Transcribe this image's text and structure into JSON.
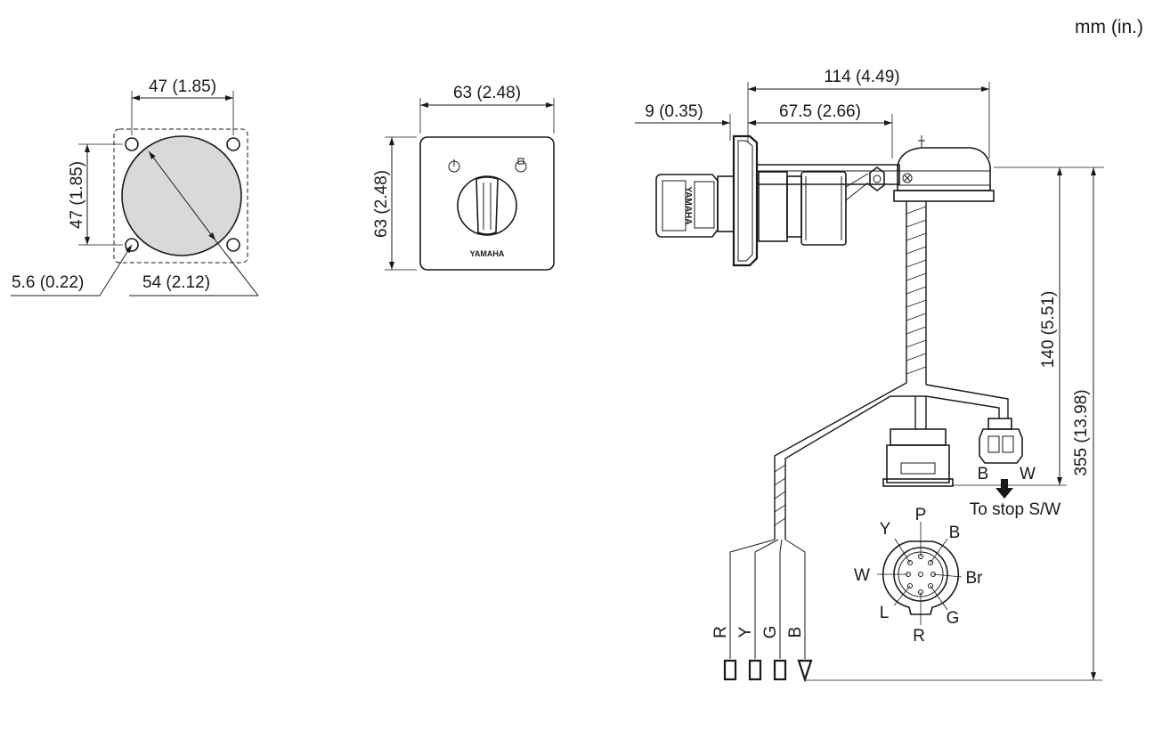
{
  "units_label": "mm (in.)",
  "cutout": {
    "hole_spacing_w": "47 (1.85)",
    "hole_spacing_h": "47 (1.85)",
    "hole_dia": "5.6 (0.22)",
    "cutout_dia": "54 (2.12)"
  },
  "front": {
    "width": "63 (2.48)",
    "height": "63 (2.48)",
    "brand": "YAMAHA"
  },
  "side": {
    "total_length": "114 (4.49)",
    "flange": "9 (0.35)",
    "body_length": "67.5 (2.66)",
    "branch_length": "140 (5.51)",
    "total_harness": "355 (13.98)",
    "key_brand": "YAMAHA",
    "stop_switch_label": "To stop S/W",
    "small_connector_pins": [
      "B",
      "W"
    ]
  },
  "end_terminals": [
    "R",
    "Y",
    "G",
    "B"
  ],
  "round_connector_pins": {
    "top": "P",
    "top_right": "B",
    "right": "Br",
    "bottom_right": "G",
    "bottom": "R",
    "bottom_left": "L",
    "left": "W",
    "top_left": "Y"
  },
  "colors": {
    "line": "#1a1a1a",
    "fill_gray": "#d9d9d9"
  }
}
